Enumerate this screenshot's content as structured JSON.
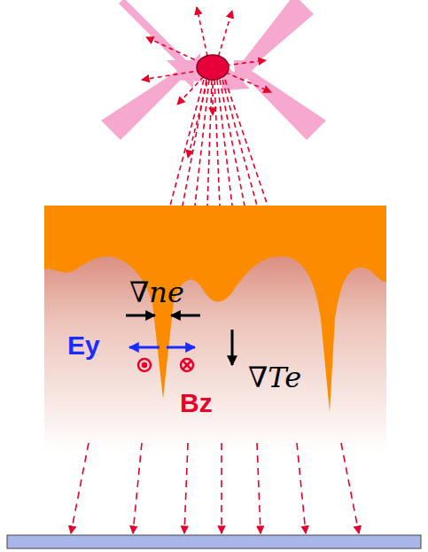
{
  "diagram": {
    "labels": [
      "∇ne",
      "Ey",
      "Bz",
      "∇Te"
    ]
  }
}
